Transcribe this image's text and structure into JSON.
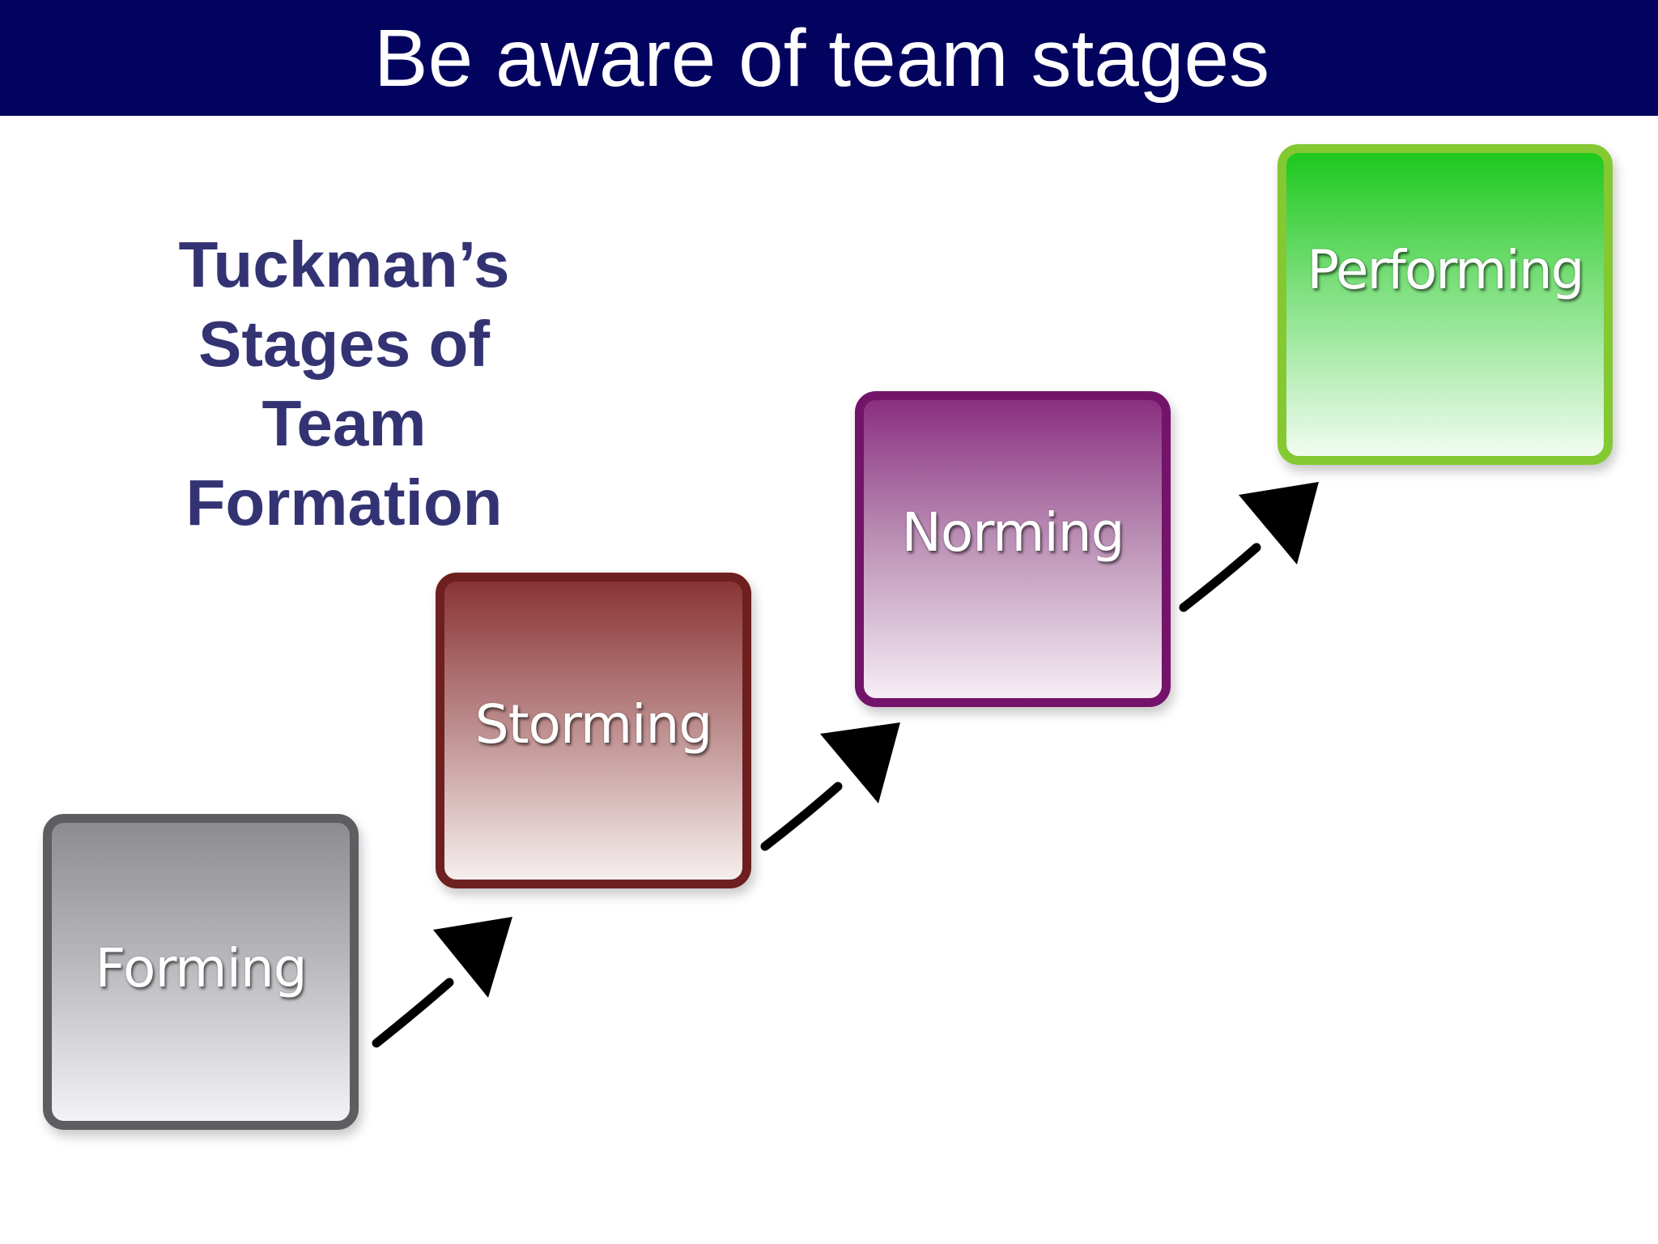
{
  "title": "Be aware of team stages",
  "subtitle_lines": [
    "Tuckman’s",
    "Stages of",
    "Team",
    "Formation"
  ],
  "stages": [
    {
      "label": "Forming",
      "color": "#5d5d62"
    },
    {
      "label": "Storming",
      "color": "#6e1f1f"
    },
    {
      "label": "Norming",
      "color": "#74136a"
    },
    {
      "label": "Performing",
      "color": "#84c832"
    }
  ],
  "colors": {
    "title_bar": "#02025f",
    "title_text": "#ffffff",
    "subtitle_text": "#333374",
    "arrows": "#000000"
  }
}
